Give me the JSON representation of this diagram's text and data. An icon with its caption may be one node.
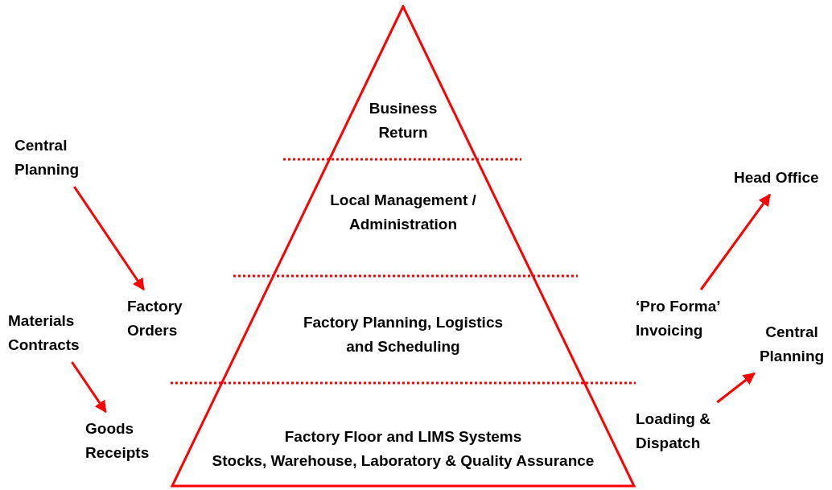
{
  "diagram": {
    "nodes": [
      {
        "text": [],
        "shape": "triangle"
      },
      {
        "text": [
          "Business Return"
        ],
        "in": 0
      },
      {
        "text": [
          "Local Management / Administration"
        ],
        "in": 0
      },
      {
        "text": [
          "Factory Planning, Logistics and Scheduling"
        ],
        "in": 0
      },
      {
        "text": [
          "Factory Floor and LIMS Systems",
          "Stocks, Warehouse, Laboratory & Quality Assurance"
        ],
        "in": 0
      },
      {
        "text": [
          "Central Planning"
        ]
      },
      {
        "text": [
          "Factory Orders"
        ]
      },
      {
        "text": [
          "Materials Contracts"
        ]
      },
      {
        "text": [
          "Goods Receipts"
        ]
      },
      {
        "text": [
          "Head Office"
        ]
      },
      {
        "text": [
          "‘Pro Forma’ Invoicing"
        ]
      },
      {
        "text": [
          "Central Planning"
        ]
      },
      {
        "text": [
          "Loading & Dispatch"
        ]
      }
    ],
    "edges": [
      {
        "from": 5,
        "to": 6,
        "arrow": "to"
      },
      {
        "from": 7,
        "to": 8,
        "arrow": "to"
      },
      {
        "from": 10,
        "to": 9,
        "arrow": "to"
      },
      {
        "from": 12,
        "to": 11,
        "arrow": "to"
      }
    ]
  }
}
